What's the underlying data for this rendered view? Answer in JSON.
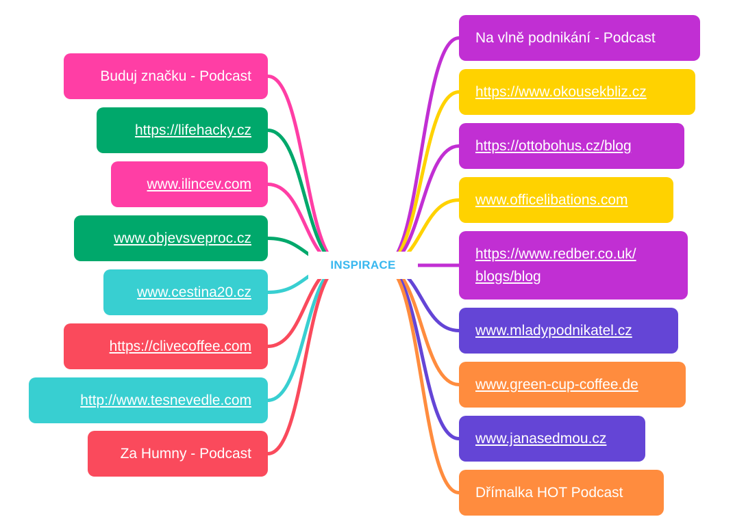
{
  "center": {
    "label": "INSPIRACE",
    "color": "#37b7ef"
  },
  "left_nodes": [
    {
      "text": "Buduj značku - Podcast",
      "color": "#ff3ea5",
      "link": false
    },
    {
      "text": "https://lifehacky.cz",
      "color": "#00a86b",
      "link": true
    },
    {
      "text": "www.ilincev.com",
      "color": "#ff3ea5",
      "link": true
    },
    {
      "text": "www.objevsveproc.cz",
      "color": "#00a86b",
      "link": true
    },
    {
      "text": "www.cestina20.cz",
      "color": "#38cfd1",
      "link": true
    },
    {
      "text": "https://clivecoffee.com",
      "color": "#fa4a5c",
      "link": true
    },
    {
      "text": "http://www.tesnevedle.com",
      "color": "#38cfd1",
      "link": true
    },
    {
      "text": "Za Humny - Podcast",
      "color": "#fa4a5c",
      "link": false
    }
  ],
  "right_nodes": [
    {
      "lines": [
        "Na vlně podnikání - Podcast"
      ],
      "color": "#c12fd3",
      "link": false
    },
    {
      "lines": [
        "https://www.okousekbliz.cz"
      ],
      "color": "#ffd200",
      "link": true
    },
    {
      "lines": [
        "https://ottobohus.cz/blog"
      ],
      "color": "#c12fd3",
      "link": true
    },
    {
      "lines": [
        "www.officelibations.com"
      ],
      "color": "#ffd200",
      "link": true
    },
    {
      "lines": [
        "https://www.redber.co.uk/",
        "blogs/blog"
      ],
      "color": "#c12fd3",
      "link": true
    },
    {
      "lines": [
        "www.mladypodnikatel.cz"
      ],
      "color": "#6445d6",
      "link": true
    },
    {
      "lines": [
        "www.green-cup-coffee.de"
      ],
      "color": "#ff8c3e",
      "link": true
    },
    {
      "lines": [
        "www.janasedmou.cz"
      ],
      "color": "#6445d6",
      "link": true
    },
    {
      "lines": [
        "Dřímalka HOT Podcast"
      ],
      "color": "#ff8c3e",
      "link": false
    }
  ]
}
